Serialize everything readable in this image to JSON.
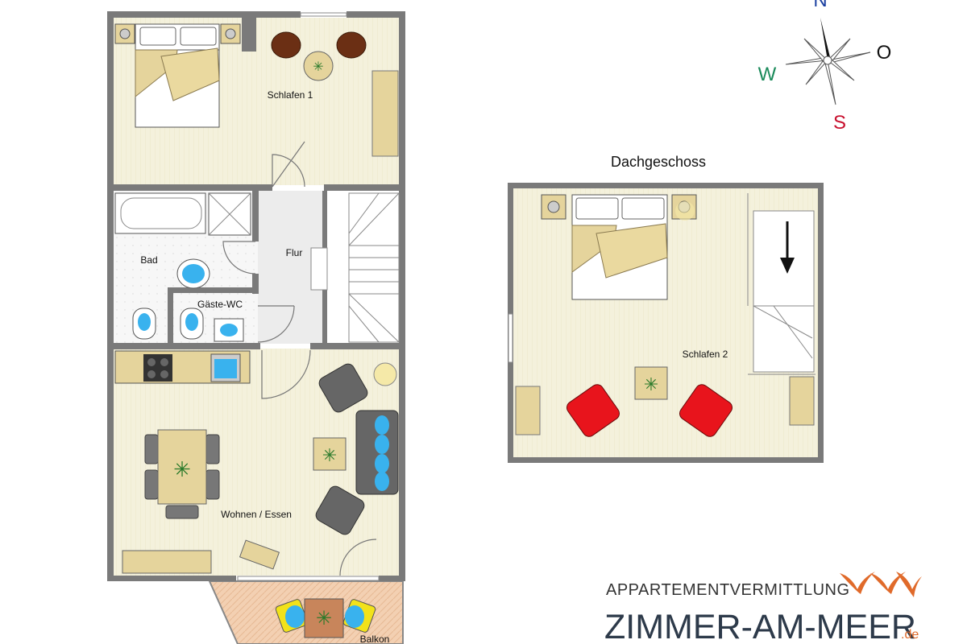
{
  "floor_labels": {
    "attic": "Dachgeschoss"
  },
  "rooms": {
    "bedroom1": "Schlafen 1",
    "bath": "Bad",
    "hall": "Flur",
    "guest_wc": "Gäste-WC",
    "living": "Wohnen / Essen",
    "balcony": "Balkon",
    "bedroom2": "Schlafen 2"
  },
  "compass": {
    "north": "N",
    "east": "O",
    "south": "S",
    "west": "W",
    "colors": {
      "north": "#1a3fa0",
      "east": "#111111",
      "south": "#c8102e",
      "west": "#1a8a5a"
    }
  },
  "logo": {
    "tagline": "APPARTEMENTVERMITTLUNG",
    "name": "ZIMMER-AM-MEER",
    "suffix": ".de",
    "accent_color": "#e06a2a",
    "text_color": "#2d3a4a",
    "icon": "seagulls-icon"
  },
  "colors": {
    "wall": "#7a7a7a",
    "floor": "#f4f1dc",
    "bed": "#e5d49c",
    "accent_red": "#e8141c",
    "water": "#39b2ee"
  }
}
